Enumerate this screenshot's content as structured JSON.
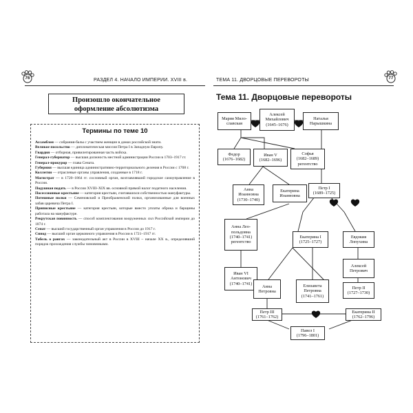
{
  "left_page": {
    "page_number": "76",
    "header": "РАЗДЕЛ 4. НАЧАЛО ИМПЕРИИ. XVIII в.",
    "boxed_heading": [
      "Произошло окончательное",
      "оформление абсолютизма"
    ],
    "terms_title": "Термины по теме 10",
    "terms": [
      {
        "term": "Ассамблея",
        "def": " — собрания-балы с участием женщин в домах российской знати."
      },
      {
        "term": "Великое посольство",
        "def": " — дипломатическая миссия Петра I в Западную Европу."
      },
      {
        "term": "Гвардия",
        "def": " — отборная, привилегированная часть войска."
      },
      {
        "term": "Генерал-губернатор",
        "def": " — высшая должность местной администрации России в 1703–1917 гг."
      },
      {
        "term": "Генерал-прокурор",
        "def": " — глава Сената."
      },
      {
        "term": "Губерния",
        "def": " — высшая единица административно-территориального деления в России с 1708 г."
      },
      {
        "term": "Коллегии",
        "def": " — отраслевые органы управления, созданные в 1718 г."
      },
      {
        "term": "Магистрат",
        "def": " — в 1720–1864 гг. сословный орган, возглавлявший городское самоуправление в России."
      },
      {
        "term": "Подушная подать",
        "def": " — в России XVIII–XIX вв. основной прямой налог податного населения."
      },
      {
        "term": "Посессионные крестьяне",
        "def": " — категория крестьян, считавшихся собственностью мануфактуры."
      },
      {
        "term": "Потешные полки",
        "def": " — Семеновский и Преображенский полки, организованные для военных забав царевича Петра I."
      },
      {
        "term": "Приписные крестьяне",
        "def": " — категория крестьян, которые вместо уплаты оброка и барщины работала на мануфактуре."
      },
      {
        "term": "Рекрутская повинность",
        "def": " — способ комплектования вооруженных сил Российской империи до 1874 г."
      },
      {
        "term": "Сенат",
        "def": " — высший государственный орган управления в России до 1917 г."
      },
      {
        "term": "Синод",
        "def": " — высший орган церковного управления в России в 1721–1917 гг."
      },
      {
        "term": "Табель о рангах",
        "def": " — законодательный акт в России в XVIII – начале XX в., определявший порядок прохождения службы чиновниками."
      }
    ]
  },
  "right_page": {
    "page_number": "77",
    "header": "ТЕМА 11. ДВОРЦОВЫЕ ПЕРЕВОРОТЫ",
    "title": "Тема 11. Дворцовые перевороты",
    "tree": {
      "maria": [
        "Мария Мило-",
        "славская"
      ],
      "aleksey": [
        "Алексей",
        "Михайлович",
        "(1645–1676)"
      ],
      "natalya": [
        "Наталья",
        "Нарышкина"
      ],
      "fedor": [
        "Федор",
        "(1676–1682)"
      ],
      "ivan5": [
        "Иван V",
        "(1682–1696)"
      ],
      "sofya": [
        "Софья",
        "(1682–1689)",
        "регентство"
      ],
      "anna_ioann": [
        "Анна",
        "Иоанновна",
        "(1730–1740)"
      ],
      "ekat_ioann": [
        "Екатерина",
        "Иоанновна"
      ],
      "peter1": [
        "Петр I",
        "(1689–1725)"
      ],
      "anna_leop": [
        "Анна Лео-",
        "польдовна",
        "(1740–1741)",
        "регентство"
      ],
      "ekat1": [
        "Екатерина I",
        "(1725–1727)"
      ],
      "evdokia": [
        "Евдокия",
        "Лопухина"
      ],
      "ivan6": [
        "Иван VI",
        "Антонович",
        "(1740–1741)"
      ],
      "aleksey_p": [
        "Алексей",
        "Петрович"
      ],
      "anna_petr": [
        "Анна",
        "Петровна"
      ],
      "elizaveta": [
        "Елизавета",
        "Петровна",
        "(1741–1761)"
      ],
      "peter2": [
        "Петр II",
        "(1727–1730)"
      ],
      "peter3": [
        "Петр III",
        "(1761–1762)"
      ],
      "ekat2": [
        "Екатерина II",
        "(1762–1796)"
      ],
      "pavel1": [
        "Павел I",
        "(1796–1801)"
      ]
    }
  }
}
